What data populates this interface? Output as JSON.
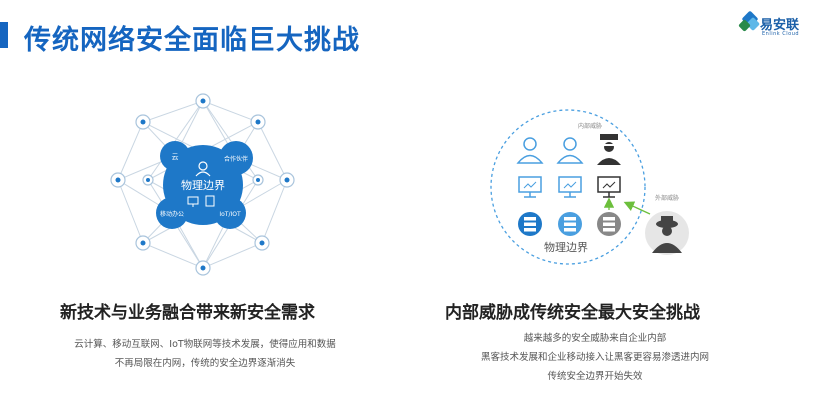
{
  "slide": {
    "title": "传统网络安全面临巨大挑战",
    "logo": {
      "name": "易安联",
      "subtitle": "Enlink Cloud"
    }
  },
  "left": {
    "diagram": {
      "center_label": "物理边界",
      "satellites": [
        "云",
        "合作伙伴",
        "移动办公",
        "IoT/IOT"
      ]
    },
    "heading": "新技术与业务融合带来新安全需求",
    "text_lines": [
      "云计算、移动互联网、IoT物联网等技术发展，使得应用和数据",
      "不再局限在内网，传统的安全边界逐渐消失"
    ]
  },
  "right": {
    "diagram": {
      "internal_threat_label": "内部威胁",
      "external_threat_label": "外部威胁",
      "boundary_label": "物理边界"
    },
    "heading": "内部威胁成传统安全最大安全挑战",
    "text_lines": [
      "越来越多的安全威胁来自企业内部",
      "黑客技术发展和企业移动接入让黑客更容易渗透进内网",
      "传统安全边界开始失效"
    ]
  },
  "colors": {
    "primary_blue": "#1565c0",
    "node_blue": "#1e78c8",
    "light_blue": "#4a9fe0",
    "line_gray": "#c9d6e2",
    "threat_gray": "#555555",
    "arrow_green": "#6cbf3c"
  }
}
